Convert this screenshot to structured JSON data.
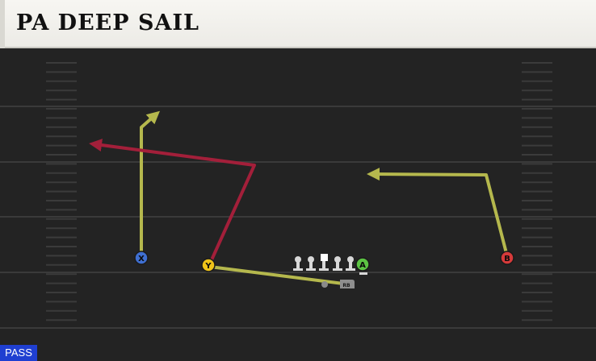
{
  "play": {
    "title": "PA DEEP SAIL",
    "type_badge": "PASS"
  },
  "players": {
    "x": {
      "label": "X",
      "color": "#3f6fd1"
    },
    "y": {
      "label": "Y",
      "color": "#f0c419"
    },
    "a": {
      "label": "A",
      "color": "#5cc443"
    },
    "b": {
      "label": "B",
      "color": "#d63a3a"
    },
    "rb": {
      "label": "RB",
      "color": "#9a9a9a"
    }
  },
  "colors": {
    "field": "#232323",
    "yard_line": "#3a3a3a",
    "route_primary": "#b5b84d",
    "route_read": "#a31f3a",
    "title_bg": "#f4f3ef",
    "badge_bg": "#1f3fd1"
  }
}
